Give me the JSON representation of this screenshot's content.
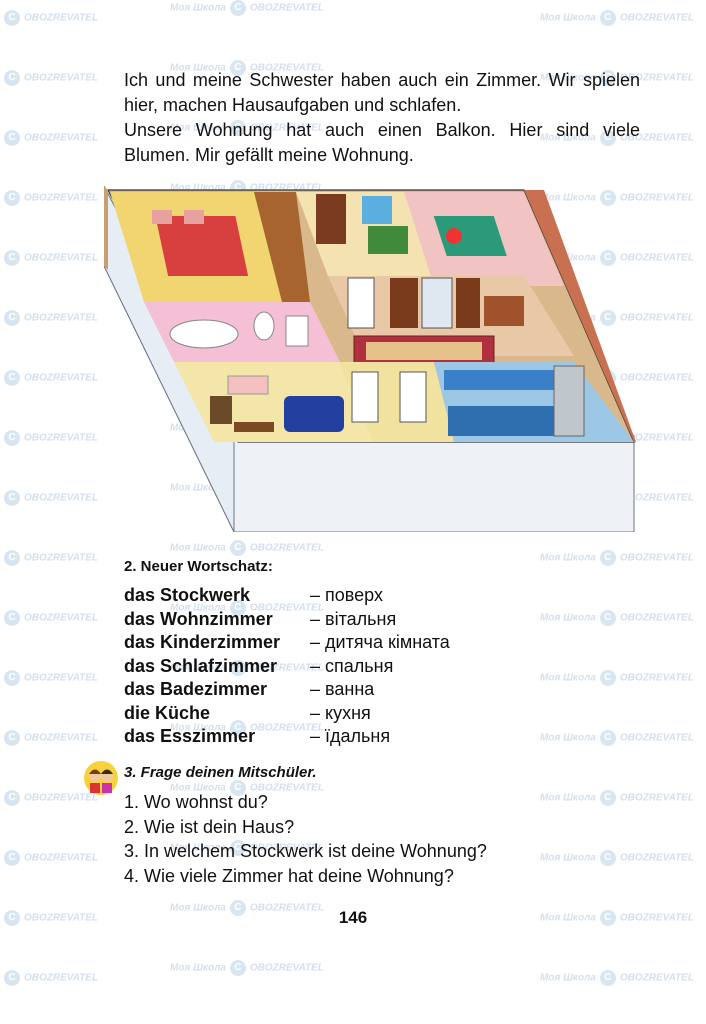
{
  "intro": [
    "Ich und meine Schwester haben auch ein Zimmer. Wir spielen hier, machen Hausaufgaben und schlafen.",
    "Unsere Wohnung hat auch einen Balkon. Hier sind viele Blumen. Mir gefällt meine Wohnung."
  ],
  "section2": {
    "title": "2. Neuer Wortschatz:",
    "items": [
      {
        "de": "das Stockwerk",
        "uk": "– поверх"
      },
      {
        "de": "das Wohnzimmer",
        "uk": "– вітальня"
      },
      {
        "de": "das Kinderzimmer",
        "uk": "– дитяча кімната"
      },
      {
        "de": "das Schlafzimmer",
        "uk": "– спальня"
      },
      {
        "de": "das Badezimmer",
        "uk": "– ванна"
      },
      {
        "de": "die Küche",
        "uk": "– кухня"
      },
      {
        "de": "das Esszimmer",
        "uk": "– їдальня"
      }
    ]
  },
  "section3": {
    "title": "3. Frage deinen Mitschüler.",
    "questions": [
      "1. Wo wohnst du?",
      "2. Wie ist dein Haus?",
      "3. In welchem Stockwerk ist deine Wohnung?",
      "4. Wie viele Zimmer hat deine Wohnung?"
    ]
  },
  "page_number": "146",
  "watermark": {
    "text1": "Моя Школа",
    "text2": "OBOZREVATEL"
  }
}
